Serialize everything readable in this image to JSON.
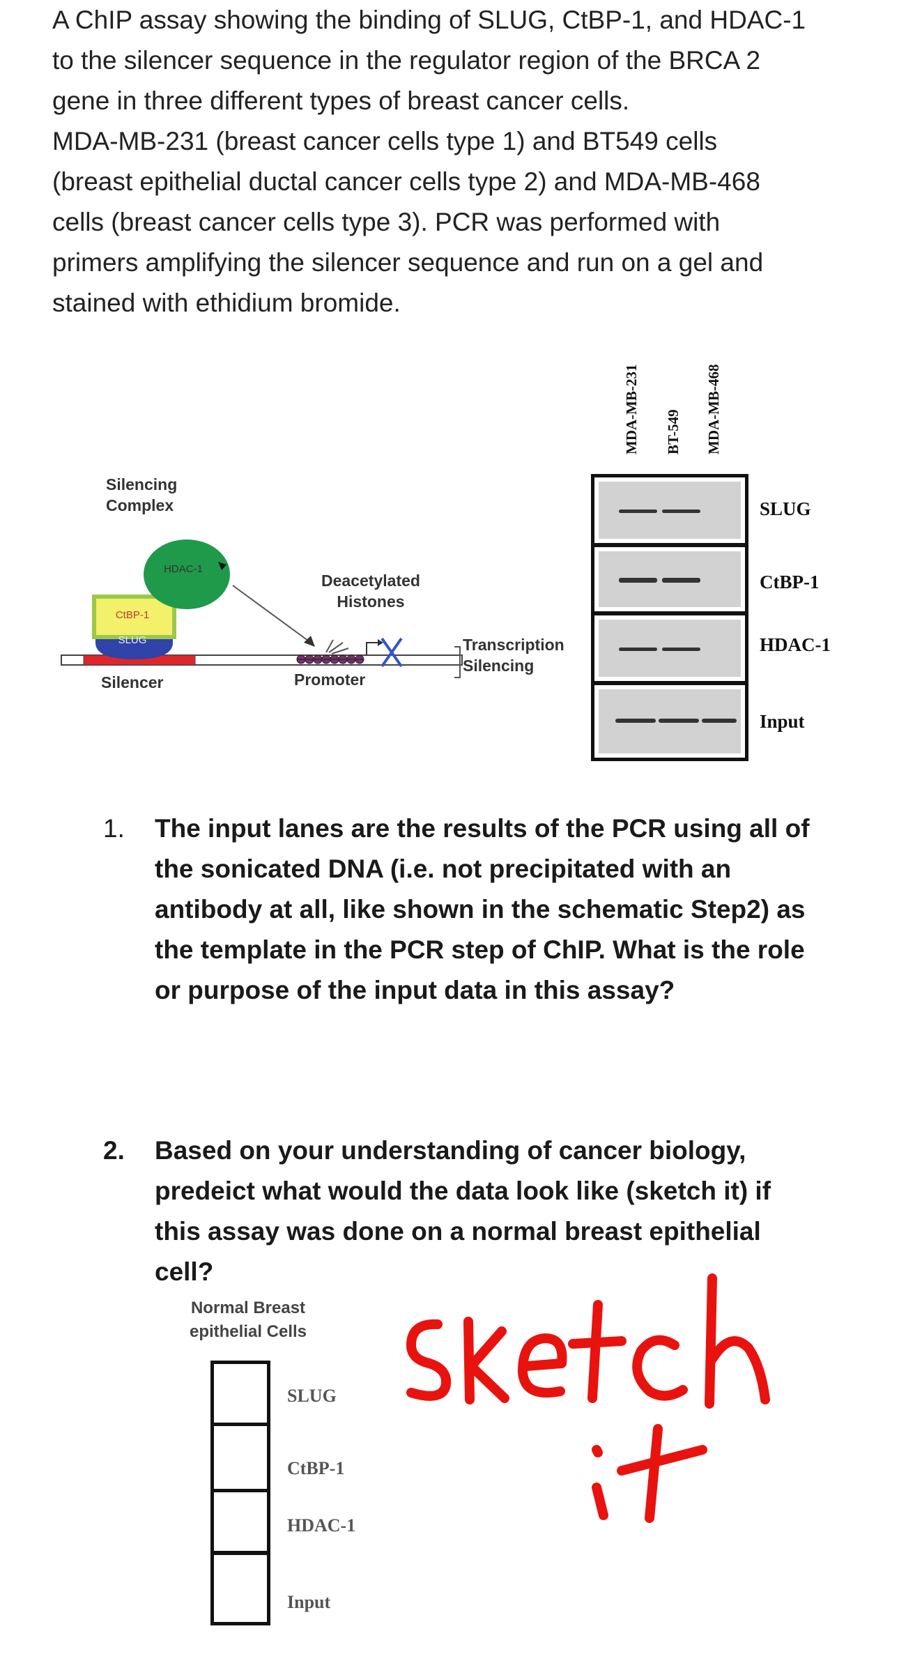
{
  "intro": [
    "A ChIP assay showing the binding of SLUG, CtBP-1, and HDAC-1",
    "to the silencer sequence in the regulator region of the BRCA 2",
    "gene in three different types of breast cancer cells.",
    "MDA-MB-231 (breast cancer cells type 1) and BT549 cells",
    "(breast epithelial ductal cancer cells type 2) and MDA-MB-468",
    "cells (breast cancer cells type 3).  PCR was performed with",
    "primers amplifying the silencer sequence and run on a gel and",
    "stained with ethidium bromide."
  ],
  "schematic": {
    "silencing_complex": [
      "Silencing",
      "Complex"
    ],
    "hdac": "HDAC-1",
    "ctbp": "CtBP-1",
    "slug": "SLUG",
    "silencer": "Silencer",
    "deacetylated": [
      "Deacetylated",
      "Histones"
    ],
    "promoter": "Promoter",
    "transcription": [
      "Transcription",
      "Silencing"
    ]
  },
  "gel": {
    "lanes": [
      "MDA-MB-231",
      "BT-549",
      "MDA-MB-468"
    ],
    "rows": [
      "SLUG",
      "CtBP-1",
      "HDAC-1",
      "Input"
    ],
    "bands": [
      [
        true,
        true,
        false
      ],
      [
        true,
        true,
        false
      ],
      [
        true,
        true,
        false
      ],
      [
        true,
        true,
        true
      ]
    ]
  },
  "questions": {
    "q1_num": "1.",
    "q1": [
      "The input lanes are the results of the PCR using all of",
      "the sonicated DNA (i.e. not precipitated with an",
      "antibody at all, like shown in the schematic Step2) as",
      "the template in the PCR step of ChIP. What is the role",
      "or purpose of the input data in this assay?"
    ],
    "q2_num": "2.",
    "q2": [
      "Based on your understanding of cancer biology,",
      "predeict what would the data look like (sketch it) if",
      "this assay was done on a normal breast epithelial",
      "cell?"
    ]
  },
  "blank_gel": {
    "title": [
      "Normal Breast",
      "epithelial  Cells"
    ],
    "rows": [
      "SLUG",
      "CtBP-1",
      "HDAC-1",
      "Input"
    ]
  },
  "handwriting": {
    "line1": "sketch",
    "line2": "it",
    "color": "#e8130f"
  },
  "colors": {
    "hdac_green": "#1f9a4b",
    "ctbp_yellow": "#f3f06a",
    "ctbp_border": "#9cc84a",
    "slug_blue": "#2f43a8",
    "silencer_red": "#e0262b",
    "histone_purple": "#7a2f6c",
    "x_blue": "#3355cc"
  }
}
